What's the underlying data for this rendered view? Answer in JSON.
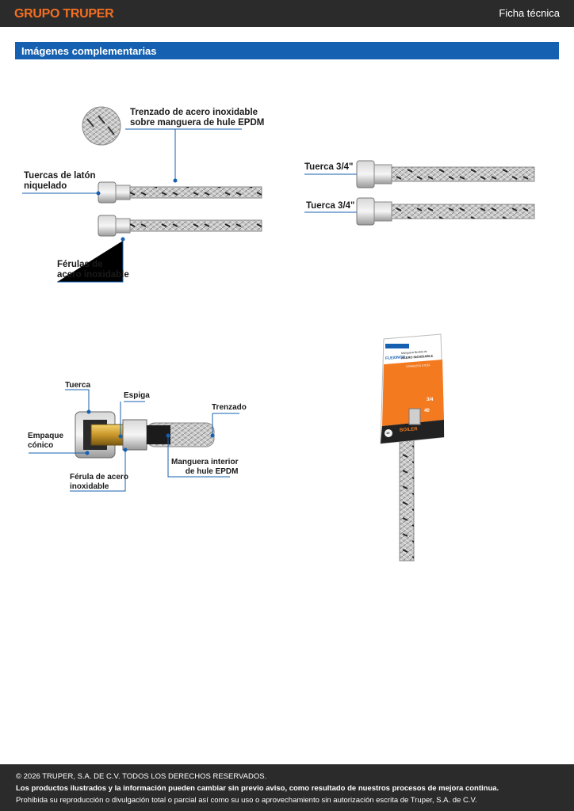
{
  "header": {
    "logo_part1": "GRUPO",
    "logo_part2": "TRUPER",
    "document_type": "Ficha técnica"
  },
  "section": {
    "title": "Imágenes complementarias"
  },
  "figure1": {
    "label_braid": "Trenzado de acero inoxidable",
    "label_braid_2": "sobre manguera de hule EPDM",
    "label_nuts": "Tuercas de latón",
    "label_nuts_2": "niquelado",
    "label_ferrules": "Férulas de",
    "label_ferrules_2": "acero inoxidable"
  },
  "figure2": {
    "label_nut_top": "Tuerca 3/4\"",
    "label_nut_bottom": "Tuerca 3/4\""
  },
  "figure3": {
    "label_nut": "Tuerca",
    "label_spigot": "Espiga",
    "label_braid": "Trenzado",
    "label_gasket": "Empaque",
    "label_gasket_2": "cónico",
    "label_hose": "Manguera interior",
    "label_hose_2": "de hule EPDM",
    "label_ferrule": "Férula de acero",
    "label_ferrule_2": "inoxidable"
  },
  "figure4": {
    "brand": "FLEXINOX",
    "line1": "Manguera flexible de",
    "line2": "ACERO INOXIDABLE",
    "line3": "STAINLESS STEEL",
    "size": "3/4",
    "length": "40",
    "badge": "BOILER",
    "warranty": "10"
  },
  "footer": {
    "copyright": "© 2026 TRUPER, S.A. DE C.V. TODOS LOS DERECHOS RESERVADOS.",
    "notice": "Los productos ilustrados y la información pueden cambiar sin previo aviso, como resultado de nuestros procesos de mejora continua.",
    "prohibition": "Prohibida su reproducción o divulgación total o parcial así como su uso o aprovechamiento sin autorización escrita de Truper, S.A. de C.V."
  },
  "colors": {
    "header_bg": "#2b2b2b",
    "logo": "#f36f21",
    "section_bar": "#1560b0",
    "leader_line": "#1560b0"
  }
}
